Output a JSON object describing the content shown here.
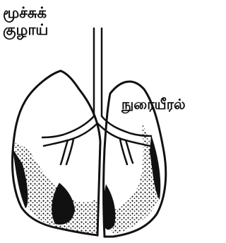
{
  "diagram": {
    "labels": {
      "trachea_line1": "மூச்சுக்",
      "trachea_line2": "குழாய்",
      "lungs": "நுரையீரல்"
    },
    "colors": {
      "ink": "#111111",
      "background": "#ffffff"
    }
  }
}
